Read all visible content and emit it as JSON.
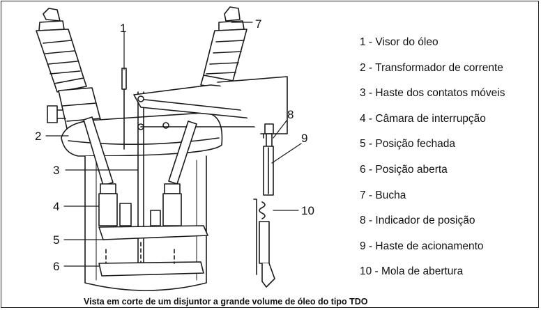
{
  "diagram": {
    "callout_numbers": [
      "1",
      "2",
      "3",
      "4",
      "5",
      "6",
      "7",
      "8",
      "9",
      "10"
    ],
    "legend": [
      "1 - Visor do óleo",
      "2 - Transformador de corrente",
      "3 - Haste dos contatos   móveis",
      "4 - Câmara de interrupção",
      "5 - Posição fechada",
      "6 - Posição aberta",
      "7 - Bucha",
      "8 - Indicador de posição",
      "9 - Haste de acionamento",
      "10 - Mola de abertura"
    ],
    "caption": "Vista em corte de um disjuntor a grande volume de óleo do tipo TDO"
  }
}
